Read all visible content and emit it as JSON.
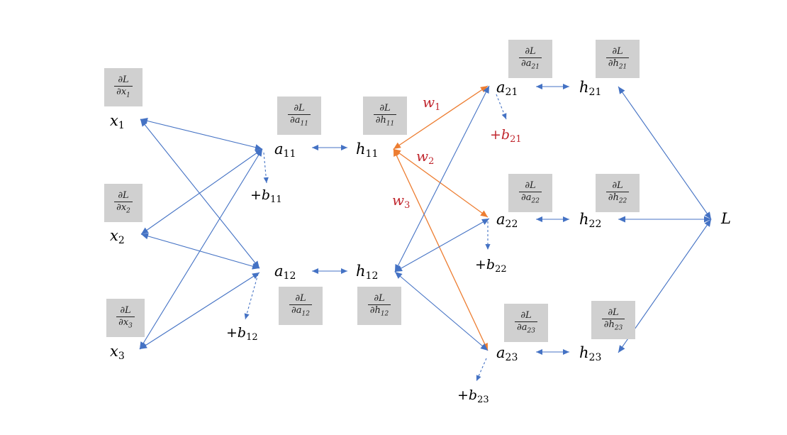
{
  "colors": {
    "blue": "#4472c4",
    "orange": "#ed7d31",
    "red": "#c0262d",
    "box": "#d0d0d0"
  },
  "nodes": {
    "x1": {
      "base": "x",
      "sub": "1"
    },
    "x2": {
      "base": "x",
      "sub": "2"
    },
    "x3": {
      "base": "x",
      "sub": "3"
    },
    "a11": {
      "base": "a",
      "sub": "11"
    },
    "a12": {
      "base": "a",
      "sub": "12"
    },
    "h11": {
      "base": "h",
      "sub": "11"
    },
    "h12": {
      "base": "h",
      "sub": "12"
    },
    "a21": {
      "base": "a",
      "sub": "21"
    },
    "a22": {
      "base": "a",
      "sub": "22"
    },
    "a23": {
      "base": "a",
      "sub": "23"
    },
    "h21": {
      "base": "h",
      "sub": "21"
    },
    "h22": {
      "base": "h",
      "sub": "22"
    },
    "h23": {
      "base": "h",
      "sub": "23"
    },
    "L": {
      "base": "L",
      "sub": ""
    }
  },
  "gradients": {
    "x1": {
      "num": "∂L",
      "den": "∂x",
      "sub": "1"
    },
    "x2": {
      "num": "∂L",
      "den": "∂x",
      "sub": "2"
    },
    "x3": {
      "num": "∂L",
      "den": "∂x",
      "sub": "3"
    },
    "a11": {
      "num": "∂L",
      "den": "∂a",
      "sub": "11"
    },
    "a12": {
      "num": "∂L",
      "den": "∂a",
      "sub": "12"
    },
    "h11": {
      "num": "∂L",
      "den": "∂h",
      "sub": "11"
    },
    "h12": {
      "num": "∂L",
      "den": "∂h",
      "sub": "12"
    },
    "a21": {
      "num": "∂L",
      "den": "∂a",
      "sub": "21"
    },
    "a22": {
      "num": "∂L",
      "den": "∂a",
      "sub": "22"
    },
    "a23": {
      "num": "∂L",
      "den": "∂a",
      "sub": "23"
    },
    "h21": {
      "num": "∂L",
      "den": "∂h",
      "sub": "21"
    },
    "h22": {
      "num": "∂L",
      "den": "∂h",
      "sub": "22"
    },
    "h23": {
      "num": "∂L",
      "den": "∂h",
      "sub": "23"
    }
  },
  "biases": {
    "b11": {
      "sign": "+",
      "base": "b",
      "sub": "11"
    },
    "b12": {
      "sign": "+",
      "base": "b",
      "sub": "12"
    },
    "b21": {
      "sign": "+",
      "base": "b",
      "sub": "21"
    },
    "b22": {
      "sign": "+",
      "base": "b",
      "sub": "22"
    },
    "b23": {
      "sign": "+",
      "base": "b",
      "sub": "23"
    }
  },
  "weights": {
    "w1": {
      "base": "w",
      "sub": "1"
    },
    "w2": {
      "base": "w",
      "sub": "2"
    },
    "w3": {
      "base": "w",
      "sub": "3"
    }
  }
}
